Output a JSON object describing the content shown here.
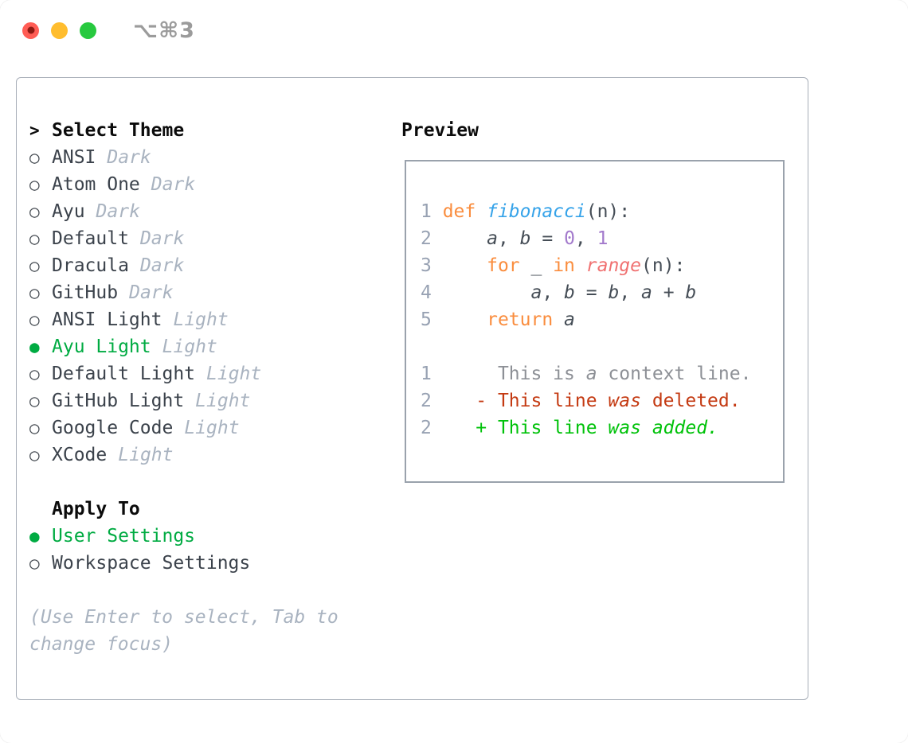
{
  "colors": {
    "selected_green": "#00ab42",
    "panel_border": "#a7aeb8",
    "code_box_border": "#9aa2ac",
    "item_text": "#3b424b",
    "muted_text": "#a9b3c0",
    "header_text": "#0b0b0b",
    "title_text": "#9b9b9b"
  },
  "titlebar": {
    "title": "⌥⌘3",
    "traffic_lights": [
      {
        "name": "close-button",
        "color": "#ff5d55",
        "dot": "#8e1a12"
      },
      {
        "name": "minimize-button",
        "color": "#ffbd2e",
        "dot": ""
      },
      {
        "name": "zoom-button",
        "color": "#27c93f",
        "dot": ""
      }
    ]
  },
  "icons": {
    "focus_caret": ">",
    "radio_unselected": "○",
    "radio_selected": "●"
  },
  "theme_picker": {
    "header": "Select Theme",
    "items": [
      {
        "label": "ANSI",
        "tag": "Dark",
        "selected": false
      },
      {
        "label": "Atom One",
        "tag": "Dark",
        "selected": false
      },
      {
        "label": "Ayu",
        "tag": "Dark",
        "selected": false
      },
      {
        "label": "Default",
        "tag": "Dark",
        "selected": false
      },
      {
        "label": "Dracula",
        "tag": "Dark",
        "selected": false
      },
      {
        "label": "GitHub",
        "tag": "Dark",
        "selected": false
      },
      {
        "label": "ANSI Light",
        "tag": "Light",
        "selected": false
      },
      {
        "label": "Ayu Light",
        "tag": "Light",
        "selected": true
      },
      {
        "label": "Default Light",
        "tag": "Light",
        "selected": false
      },
      {
        "label": "GitHub Light",
        "tag": "Light",
        "selected": false
      },
      {
        "label": "Google Code",
        "tag": "Light",
        "selected": false
      },
      {
        "label": "XCode",
        "tag": "Light",
        "selected": false
      }
    ]
  },
  "apply_to": {
    "header": "Apply To",
    "options": [
      {
        "label": "User Settings",
        "selected": true
      },
      {
        "label": "Workspace Settings",
        "selected": false
      }
    ]
  },
  "help_text": "(Use Enter to select, Tab to change focus)",
  "preview": {
    "header": "Preview",
    "palette": {
      "ln": "#98a2b3",
      "kw": "#fa8d3e",
      "fn": "#36a3e9",
      "plain": "#454d56",
      "id": "#454d56",
      "num": "#a37acc",
      "call": "#f07171",
      "ctx": "#8d9096",
      "del": "#c43a12",
      "add": "#00c20a"
    },
    "lines": [
      {
        "num": "1",
        "tokens": [
          {
            "t": "def ",
            "c": "kw"
          },
          {
            "t": "fibonacci",
            "c": "fn",
            "i": true
          },
          {
            "t": "(n):",
            "c": "plain"
          }
        ]
      },
      {
        "num": "2",
        "tokens": [
          {
            "t": "    ",
            "c": "plain"
          },
          {
            "t": "a",
            "c": "id",
            "i": true
          },
          {
            "t": ", ",
            "c": "plain"
          },
          {
            "t": "b",
            "c": "id",
            "i": true
          },
          {
            "t": " = ",
            "c": "plain"
          },
          {
            "t": "0",
            "c": "num"
          },
          {
            "t": ", ",
            "c": "plain"
          },
          {
            "t": "1",
            "c": "num"
          }
        ]
      },
      {
        "num": "3",
        "tokens": [
          {
            "t": "    ",
            "c": "plain"
          },
          {
            "t": "for",
            "c": "kw"
          },
          {
            "t": " _ ",
            "c": "plain"
          },
          {
            "t": "in",
            "c": "kw"
          },
          {
            "t": " ",
            "c": "plain"
          },
          {
            "t": "range",
            "c": "call",
            "i": true
          },
          {
            "t": "(n):",
            "c": "plain"
          }
        ]
      },
      {
        "num": "4",
        "tokens": [
          {
            "t": "        ",
            "c": "plain"
          },
          {
            "t": "a",
            "c": "id",
            "i": true
          },
          {
            "t": ", ",
            "c": "plain"
          },
          {
            "t": "b",
            "c": "id",
            "i": true
          },
          {
            "t": " = ",
            "c": "plain"
          },
          {
            "t": "b",
            "c": "id",
            "i": true
          },
          {
            "t": ", ",
            "c": "plain"
          },
          {
            "t": "a",
            "c": "id",
            "i": true
          },
          {
            "t": " + ",
            "c": "plain"
          },
          {
            "t": "b",
            "c": "id",
            "i": true
          }
        ]
      },
      {
        "num": "5",
        "tokens": [
          {
            "t": "    ",
            "c": "plain"
          },
          {
            "t": "return",
            "c": "kw"
          },
          {
            "t": " ",
            "c": "plain"
          },
          {
            "t": "a",
            "c": "id",
            "i": true
          }
        ]
      },
      {
        "num": "",
        "tokens": []
      },
      {
        "num": "1",
        "tokens": [
          {
            "t": "     This is ",
            "c": "ctx"
          },
          {
            "t": "a",
            "c": "ctx",
            "i": true
          },
          {
            "t": " context line.",
            "c": "ctx"
          }
        ]
      },
      {
        "num": "2",
        "tokens": [
          {
            "t": "   - This line ",
            "c": "del"
          },
          {
            "t": "was",
            "c": "del",
            "i": true
          },
          {
            "t": " deleted.",
            "c": "del"
          }
        ]
      },
      {
        "num": "2",
        "tokens": [
          {
            "t": "   + This line ",
            "c": "add"
          },
          {
            "t": "was",
            "c": "add",
            "i": true
          },
          {
            "t": " ",
            "c": "add"
          },
          {
            "t": "added.",
            "c": "add",
            "i": true
          }
        ]
      }
    ]
  }
}
